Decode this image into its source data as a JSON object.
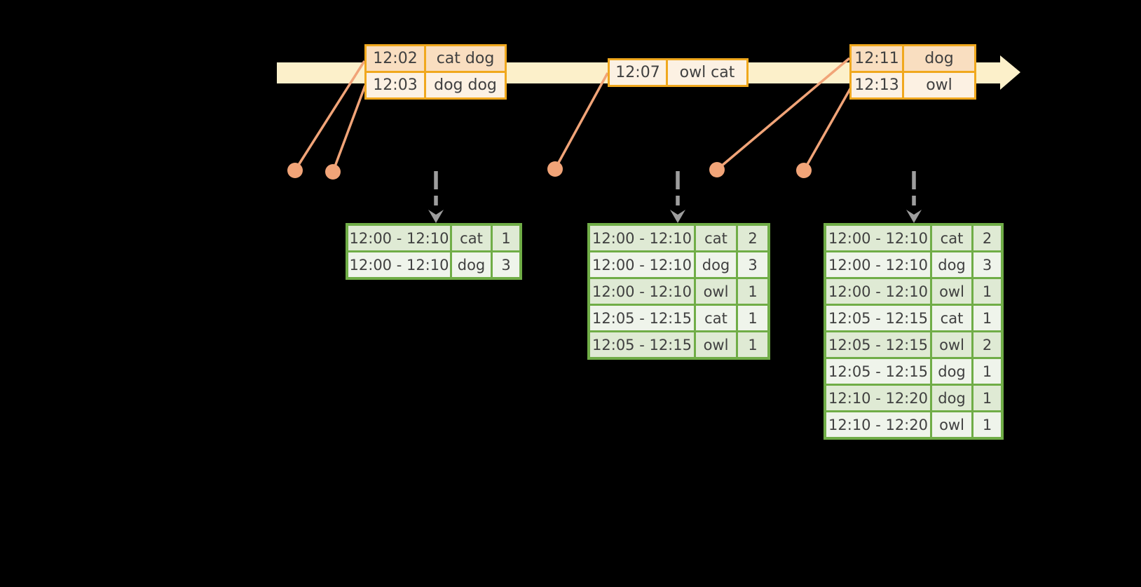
{
  "colors": {
    "background": "#000000",
    "timeline_band": "#FCF0CA",
    "event_border": "#F0A81E",
    "event_row_peach": "#F9DEC0",
    "event_row_cream": "#FCF1E3",
    "connector_salmon": "#F1A478",
    "trigger_gray": "#9E9E9E",
    "result_border": "#70AD47",
    "result_row_dark": "#DFEAD4",
    "result_row_light": "#EFF4EB",
    "cell_text": "#404040"
  },
  "events": [
    {
      "rows": [
        {
          "time": "12:02",
          "words": "cat dog"
        },
        {
          "time": "12:03",
          "words": "dog dog"
        }
      ]
    },
    {
      "rows": [
        {
          "time": "12:07",
          "words": "owl cat"
        }
      ]
    },
    {
      "rows": [
        {
          "time": "12:11",
          "words": "dog"
        },
        {
          "time": "12:13",
          "words": "owl"
        }
      ]
    }
  ],
  "results": [
    {
      "rows": [
        {
          "window": "12:00 - 12:10",
          "word": "cat",
          "count": "1"
        },
        {
          "window": "12:00 - 12:10",
          "word": "dog",
          "count": "3"
        }
      ]
    },
    {
      "rows": [
        {
          "window": "12:00 - 12:10",
          "word": "cat",
          "count": "2"
        },
        {
          "window": "12:00 - 12:10",
          "word": "dog",
          "count": "3"
        },
        {
          "window": "12:00 - 12:10",
          "word": "owl",
          "count": "1"
        },
        {
          "window": "12:05 - 12:15",
          "word": "cat",
          "count": "1"
        },
        {
          "window": "12:05 - 12:15",
          "word": "owl",
          "count": "1"
        }
      ]
    },
    {
      "rows": [
        {
          "window": "12:00 - 12:10",
          "word": "cat",
          "count": "2"
        },
        {
          "window": "12:00 - 12:10",
          "word": "dog",
          "count": "3"
        },
        {
          "window": "12:00 - 12:10",
          "word": "owl",
          "count": "1"
        },
        {
          "window": "12:05 - 12:15",
          "word": "cat",
          "count": "1"
        },
        {
          "window": "12:05 - 12:15",
          "word": "owl",
          "count": "2"
        },
        {
          "window": "12:05 - 12:15",
          "word": "dog",
          "count": "1"
        },
        {
          "window": "12:10 - 12:20",
          "word": "dog",
          "count": "1"
        },
        {
          "window": "12:10 - 12:20",
          "word": "owl",
          "count": "1"
        }
      ]
    }
  ]
}
